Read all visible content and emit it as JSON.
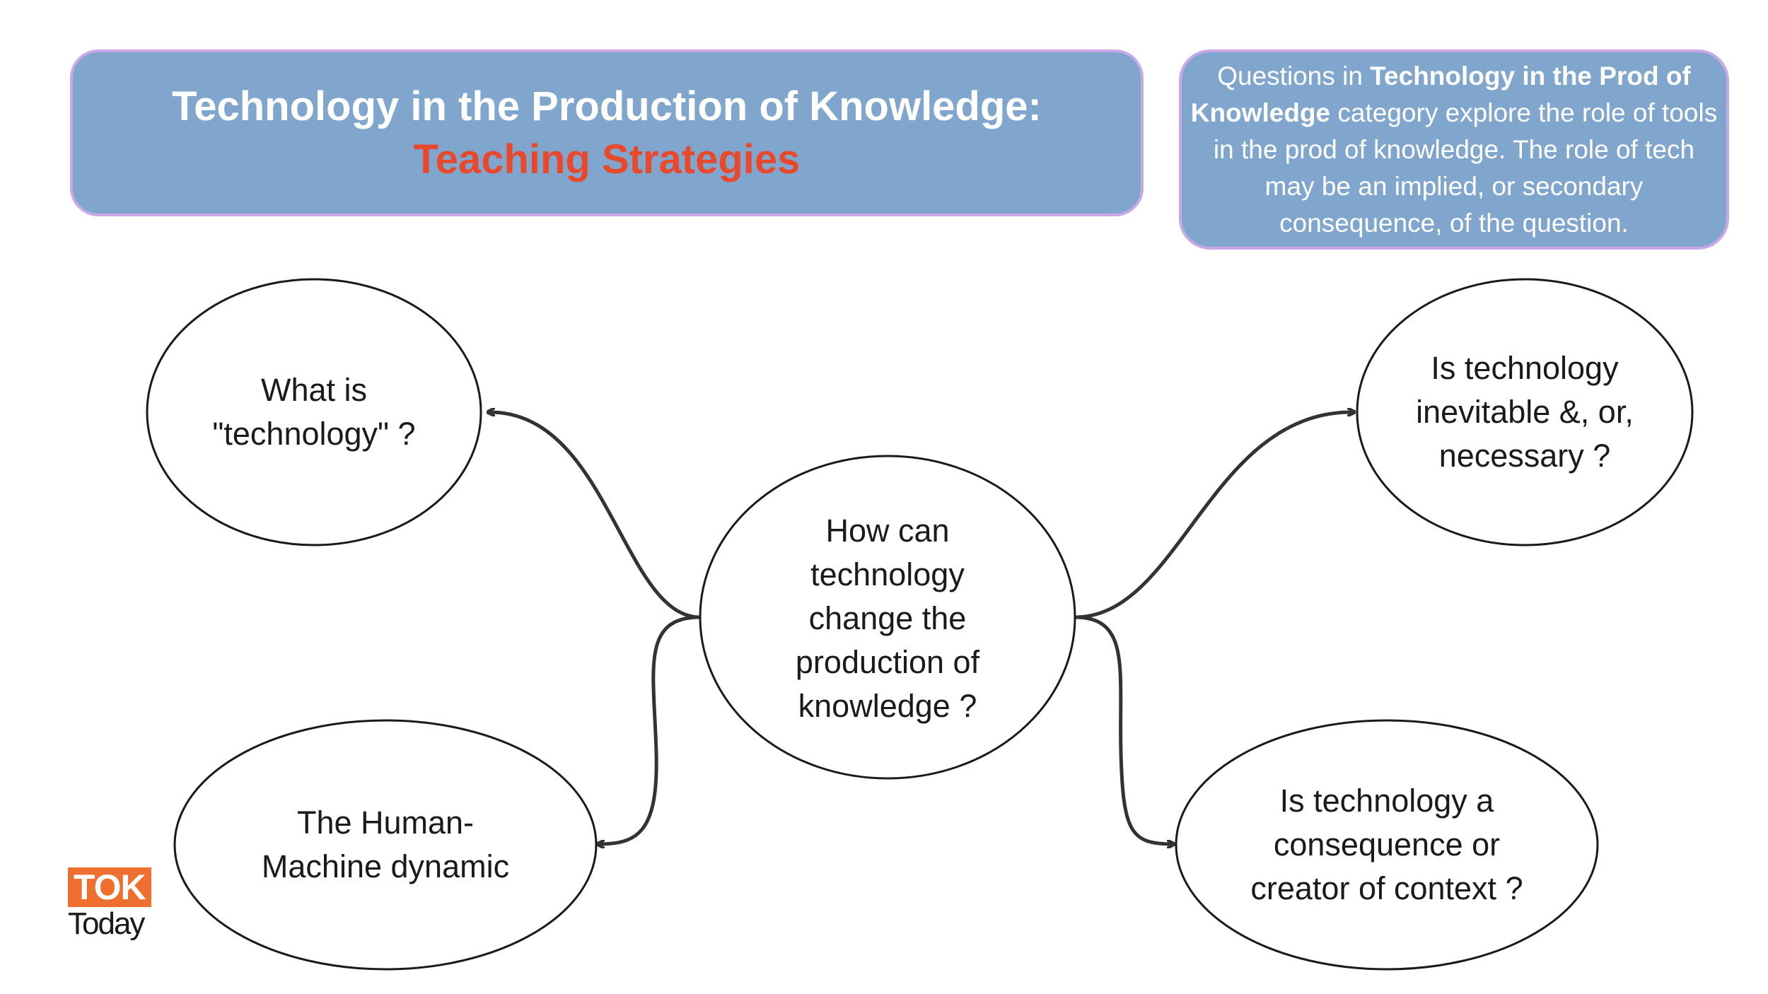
{
  "header": {
    "title": "Technology in the Production of Knowledge:",
    "subtitle": "Teaching Strategies"
  },
  "info_box": {
    "text_1": "Questions in ",
    "bold_1": "Technology in the Prod of Knowledge",
    "text_2": " category explore the role of tools in the prod of knowledge. The role of tech may be an implied, or secondary consequence, of the question."
  },
  "nodes": {
    "center": "How can technology change the production of knowledge ?",
    "top_left": "What is \"technology\" ?",
    "bottom_left": "The Human-Machine dynamic",
    "top_right": "Is technology inevitable &, or, necessary  ?",
    "bottom_right": "Is technology a consequence or creator of context  ?"
  },
  "logo": {
    "top": "TOK",
    "bottom": "Today"
  },
  "colors": {
    "box_fill": "#80a6cd",
    "box_border": "#c8a8e6",
    "accent_red": "#e8492c",
    "logo_orange": "#ef6f2e",
    "stroke": "#1a1a1a"
  }
}
